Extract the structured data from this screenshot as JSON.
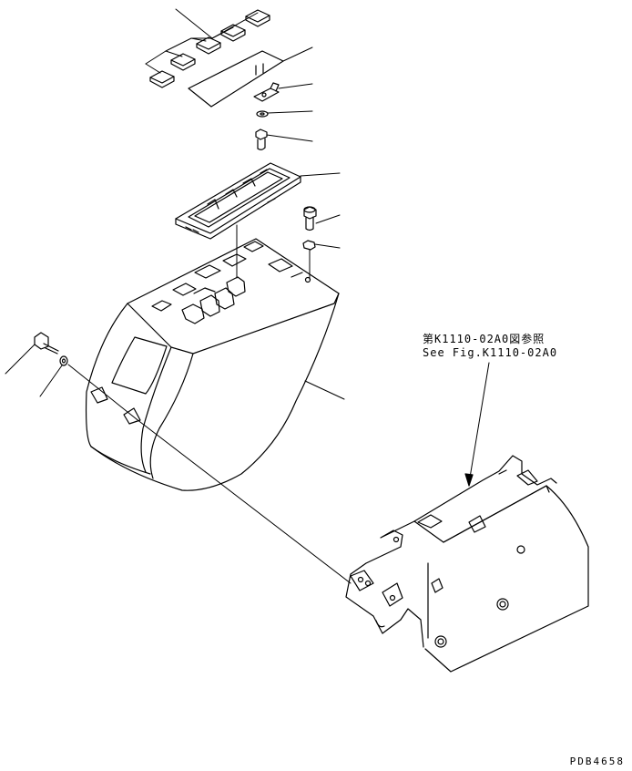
{
  "reference": {
    "japanese": "第K1110-02A0図参照",
    "english": "See Fig.K1110-02A0"
  },
  "drawing_code": "PDB4658",
  "colors": {
    "line": "#000000",
    "background": "#ffffff"
  }
}
